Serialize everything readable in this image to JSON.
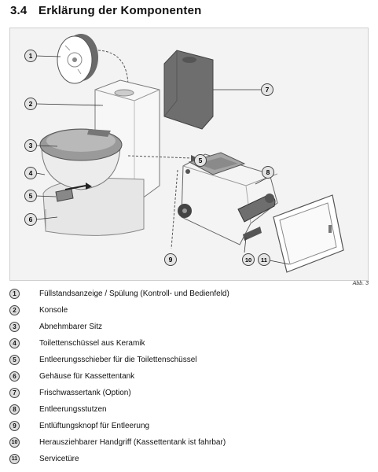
{
  "section": {
    "number": "3.4",
    "title": "Erklärung der Komponenten"
  },
  "figure": {
    "ref": "Abb. 3",
    "callouts": [
      "1",
      "2",
      "3",
      "4",
      "5",
      "6",
      "7",
      "8",
      "9",
      "10",
      "11",
      "5"
    ]
  },
  "legend": [
    {
      "num": "1",
      "text": "Füllstandsanzeige / Spülung (Kontroll- und Bedienfeld)"
    },
    {
      "num": "2",
      "text": "Konsole"
    },
    {
      "num": "3",
      "text": "Abnehmbarer Sitz"
    },
    {
      "num": "4",
      "text": "Toilettenschüssel aus Keramik"
    },
    {
      "num": "5",
      "text": "Entleerungsschieber für die Toilettenschüssel"
    },
    {
      "num": "6",
      "text": "Gehäuse für Kassettentank"
    },
    {
      "num": "7",
      "text": "Frischwassertank (Option)"
    },
    {
      "num": "8",
      "text": "Entleerungsstutzen"
    },
    {
      "num": "9",
      "text": "Entlüftungsknopf für Entleerung"
    },
    {
      "num": "10",
      "text": "Herausziehbarer Handgriff (Kassettentank ist fahrbar)"
    },
    {
      "num": "11",
      "text": "Servicetüre"
    }
  ]
}
